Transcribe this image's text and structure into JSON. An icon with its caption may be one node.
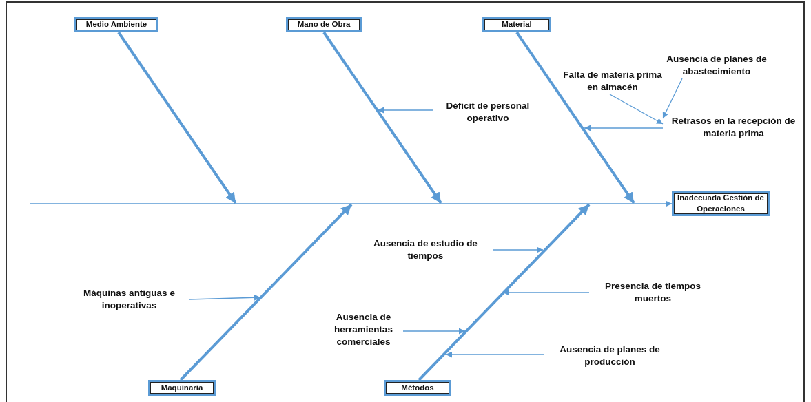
{
  "diagram": {
    "nodes": [
      {
        "text": [
          "Medio Ambiente"
        ]
      },
      {
        "text": [
          "Mano de Obra"
        ]
      },
      {
        "text": [
          "Material"
        ]
      },
      {
        "text": [
          "Inadecuada Gestión de Operaciones"
        ]
      },
      {
        "text": [
          "Maquinaria"
        ]
      },
      {
        "text": [
          "Métodos"
        ]
      },
      {
        "text": [
          "Déficit de personal operativo"
        ]
      },
      {
        "text": [
          "Falta de materia prima en almacén"
        ]
      },
      {
        "text": [
          "Ausencia de planes de abastecimiento"
        ]
      },
      {
        "text": [
          "Retrasos en la recepción de materia prima"
        ]
      },
      {
        "text": [
          "Máquinas antiguas e inoperativas"
        ]
      },
      {
        "text": [
          "Ausencia de estudio de tiempos"
        ]
      },
      {
        "text": [
          "Presencia de tiempos muertos"
        ]
      },
      {
        "text": [
          "Ausencia de herramientas comerciales"
        ]
      },
      {
        "text": [
          "Ausencia de planes de producción"
        ]
      }
    ],
    "edges": [
      {
        "from": null,
        "to": 3,
        "arrow": "to"
      },
      {
        "from": 0,
        "to": null,
        "arrow": "to",
        "style": "thick"
      },
      {
        "from": 1,
        "to": null,
        "arrow": "to",
        "style": "thick"
      },
      {
        "from": 2,
        "to": null,
        "arrow": "to",
        "style": "thick"
      },
      {
        "from": 4,
        "to": null,
        "arrow": "to",
        "style": "thick"
      },
      {
        "from": 5,
        "to": null,
        "arrow": "to",
        "style": "thick"
      },
      {
        "from": 6,
        "to": null,
        "arrow": "to"
      },
      {
        "from": 7,
        "to": 9,
        "arrow": "to"
      },
      {
        "from": 8,
        "to": 9,
        "arrow": "to"
      },
      {
        "from": 9,
        "to": null,
        "arrow": "to"
      },
      {
        "from": 10,
        "to": null,
        "arrow": "to"
      },
      {
        "from": 11,
        "to": null,
        "arrow": "to"
      },
      {
        "from": 12,
        "to": null,
        "arrow": "to"
      },
      {
        "from": 13,
        "to": null,
        "arrow": "to"
      },
      {
        "from": 14,
        "to": null,
        "arrow": "to"
      }
    ]
  }
}
